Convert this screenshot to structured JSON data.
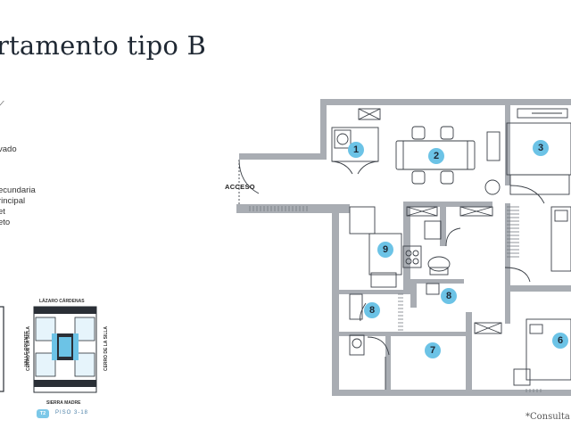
{
  "page": {
    "title": "rtamento tipo B"
  },
  "legend": {
    "items": [
      "vado",
      "ecundaria",
      "rincipal",
      "et",
      "eto"
    ]
  },
  "key_map": {
    "top_street": "LÁZARO CÁRDENAS",
    "bottom_street": "SIERRA MADRE",
    "left_street": "CERRO DE LA SILLA",
    "center_street": "VALLE ORIENTE",
    "right_street": "CERRO DE LA SILLA",
    "floor_badge": "T2",
    "floor_range": "PISO 3-18"
  },
  "plan": {
    "entrance_label": "ACCESO",
    "rooms": [
      {
        "id": "1"
      },
      {
        "id": "2"
      },
      {
        "id": "3"
      },
      {
        "id": "9"
      },
      {
        "id": "8"
      },
      {
        "id": "8"
      },
      {
        "id": "7"
      },
      {
        "id": "6"
      }
    ]
  },
  "footer": {
    "note": "*Consulta"
  },
  "colors": {
    "wall": "#a9adb3",
    "badge": "#6cc3e6",
    "title": "#1f2833",
    "floor_accent": "#4a7fa7"
  }
}
